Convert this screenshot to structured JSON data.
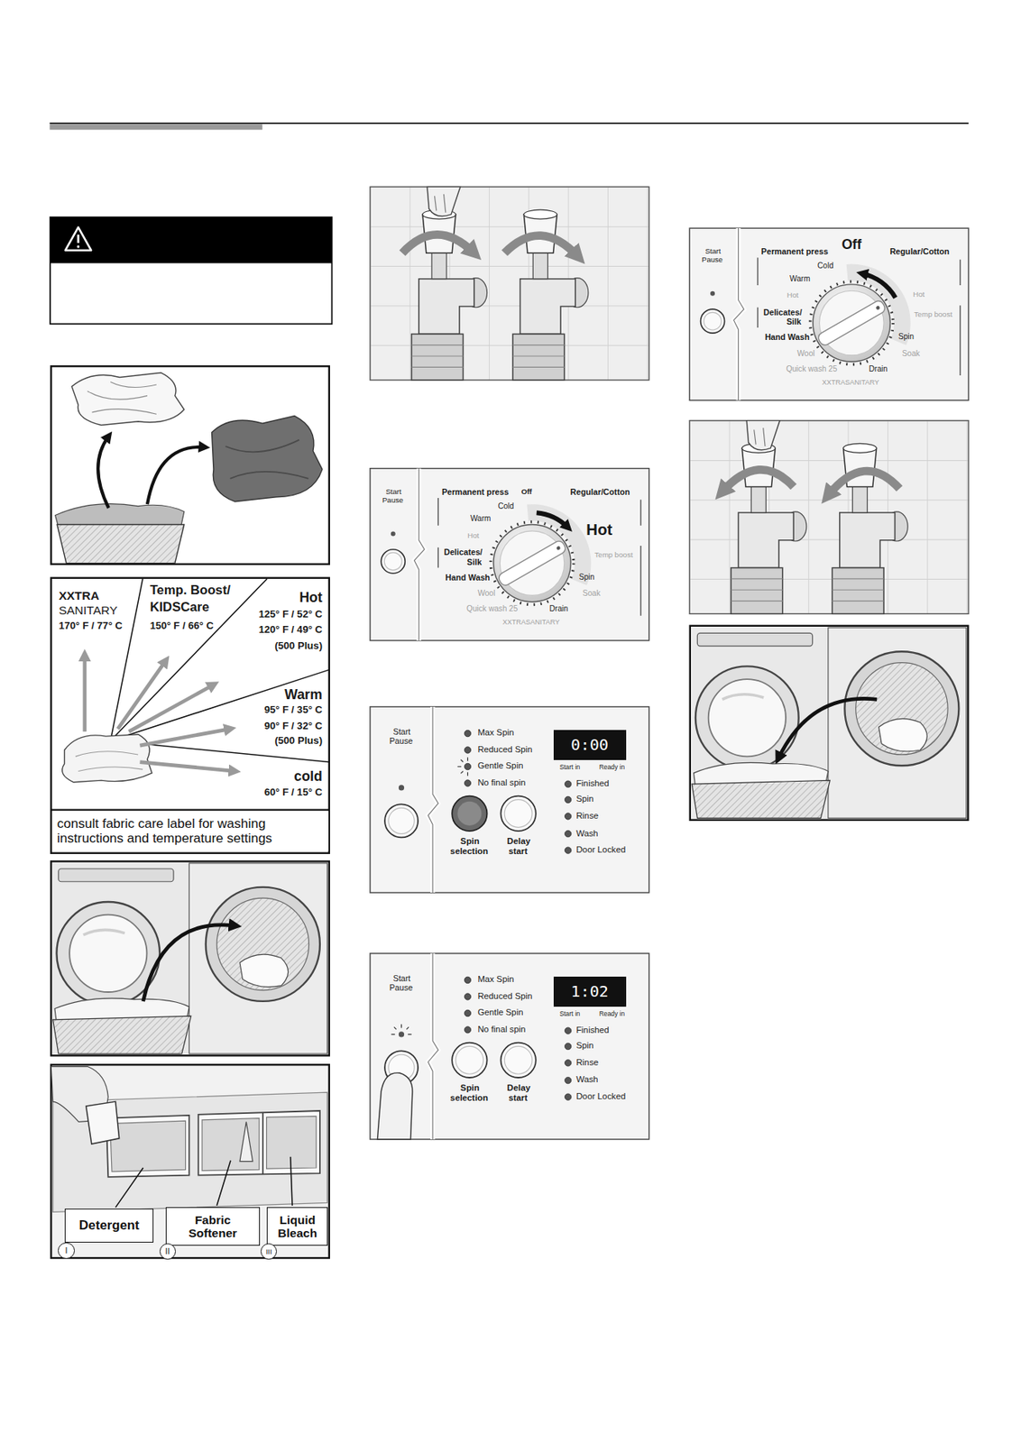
{
  "diagram": {
    "nodes": [
      {
        "text": [
          "consult fabric care label for washing instructions and temperature settings"
        ]
      },
      {
        "text": [
          "Detergent"
        ]
      },
      {
        "text": [
          "I"
        ]
      },
      {
        "text": [
          "Fabric Softener"
        ]
      },
      {
        "text": [
          "II"
        ]
      },
      {
        "text": [
          "Liquid Bleach"
        ]
      },
      {
        "text": [
          "III"
        ]
      },
      {
        "text": [
          "0:00"
        ]
      },
      {
        "text": [
          "1:02"
        ]
      }
    ],
    "labels": [
      "XXTRA",
      "SANITARY",
      "170° F / 77° C",
      "Temp. Boost/",
      "KIDSCare",
      "150° F / 66° C",
      "Hot",
      "125° F / 52° C",
      "120° F / 49° C",
      "(500 Plus)",
      "Warm",
      "95° F / 35° C",
      "90° F / 32° C",
      "(500 Plus)",
      "cold",
      "60° F / 15° C",
      "Start Pause",
      "Permanent press",
      "Off",
      "Regular/Cotton",
      "Cold",
      "Warm",
      "Hot",
      "Delicates/ Silk",
      "Hand Wash",
      "Wool",
      "Quick wash 25",
      "XXTRASANITARY",
      "Drain",
      "Soak",
      "Spin",
      "Temp boost",
      "Hot",
      "Start Pause",
      "Max Spin",
      "Reduced Spin",
      "Gentle Spin",
      "No final spin",
      "Start in",
      "Ready in",
      "Finished",
      "Spin",
      "Rinse",
      "Wash",
      "Door Locked",
      "Spin selection",
      "Delay start",
      "Start Pause",
      "Max Spin",
      "Reduced Spin",
      "Gentle Spin",
      "No final spin",
      "Start in",
      "Ready in",
      "Finished",
      "Spin",
      "Rinse",
      "Wash",
      "Door Locked",
      "Spin selection",
      "Delay start",
      "Start Pause",
      "Permanent press",
      "Off",
      "Regular/Cotton",
      "Cold",
      "Warm",
      "Hot",
      "Delicates/ Silk",
      "Hand Wash",
      "Wool",
      "Quick wash 25",
      "XXTRASANITARY",
      "Drain",
      "Soak",
      "Spin",
      "Temp boost",
      "Hot"
    ]
  }
}
